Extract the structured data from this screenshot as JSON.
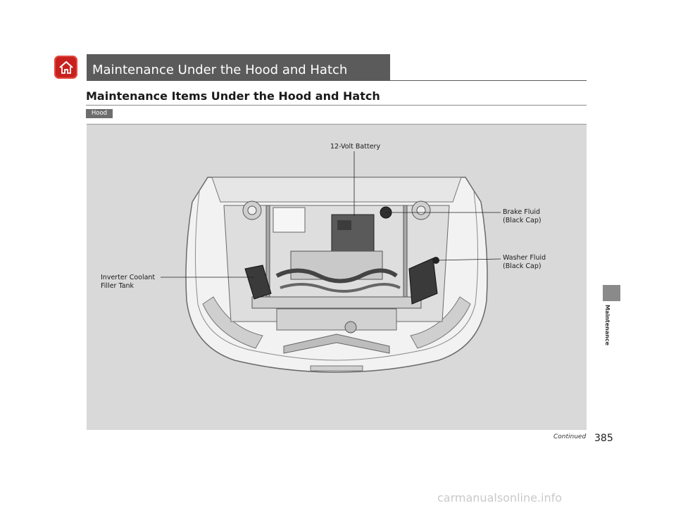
{
  "header": {
    "section_title": "Maintenance Under the Hood and Hatch",
    "home_icon": "home-icon"
  },
  "page": {
    "heading": "Maintenance Items Under the Hood and Hatch",
    "tag": "Hood"
  },
  "figure": {
    "callouts": {
      "battery": "12-Volt Battery",
      "brake_line1": "Brake Fluid",
      "brake_line2": "(Black Cap)",
      "washer_line1": "Washer Fluid",
      "washer_line2": "(Black Cap)",
      "inverter_line1": "Inverter Coolant",
      "inverter_line2": "Filler Tank"
    }
  },
  "sidebar": {
    "chapter": "Maintenance"
  },
  "footer": {
    "continued": "Continued",
    "page_number": "385"
  },
  "watermark": "carmanualsonline.info",
  "colors": {
    "home_red": "#c8201e",
    "section_bar": "#5b5b5b",
    "figure_bg": "#d9d9d9",
    "side_tab": "#8a8a8a"
  }
}
